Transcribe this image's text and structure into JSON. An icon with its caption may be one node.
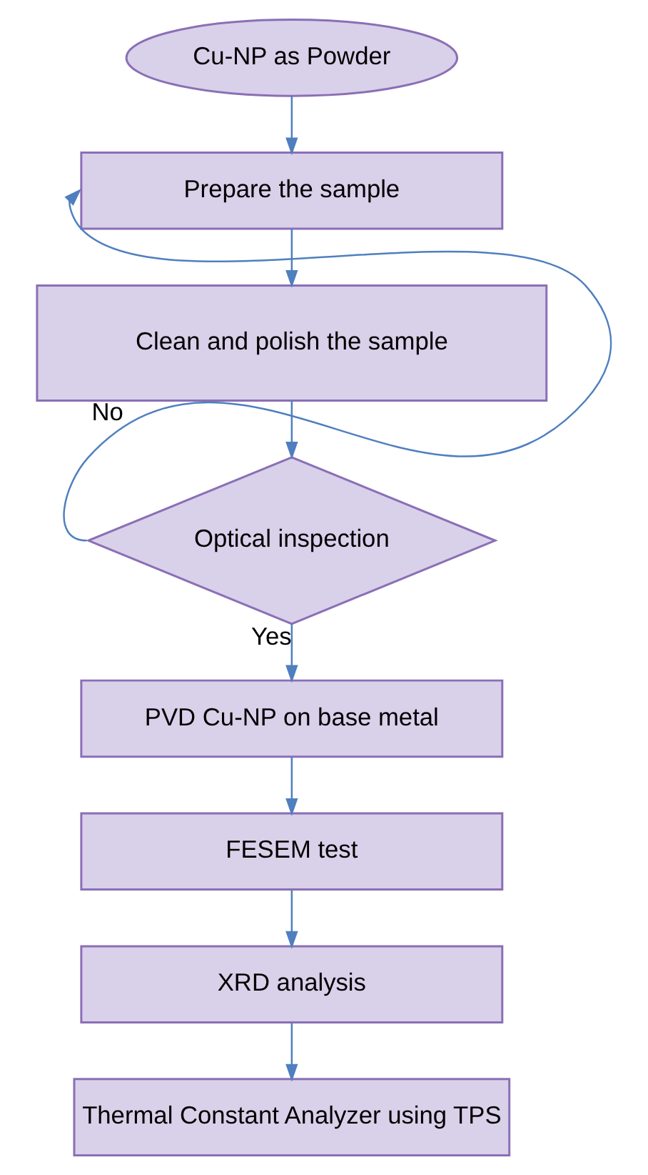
{
  "diagram": {
    "nodes": [
      {
        "text": [
          "Cu-NP as Powder"
        ]
      },
      {
        "text": [
          "Prepare the sample"
        ]
      },
      {
        "text": [
          "Clean and polish the sample"
        ]
      },
      {
        "text": [
          "Optical inspection"
        ]
      },
      {
        "text": [
          "PVD Cu-NP on base metal"
        ]
      },
      {
        "text": [
          "FESEM test"
        ]
      },
      {
        "text": [
          "XRD analysis"
        ]
      },
      {
        "text": [
          "Thermal Constant Analyzer using TPS"
        ]
      }
    ],
    "edges": [
      {
        "from": 0,
        "to": 1,
        "arrow": "to"
      },
      {
        "from": 1,
        "to": 2,
        "arrow": "to"
      },
      {
        "from": 2,
        "to": 3,
        "arrow": "to"
      },
      {
        "from": 3,
        "to": 1,
        "arrow": "to",
        "label": "No"
      },
      {
        "from": 3,
        "to": 4,
        "arrow": "to",
        "label": "Yes"
      },
      {
        "from": 4,
        "to": 5,
        "arrow": "to"
      },
      {
        "from": 5,
        "to": 6,
        "arrow": "to"
      },
      {
        "from": 6,
        "to": 7,
        "arrow": "to"
      }
    ]
  }
}
